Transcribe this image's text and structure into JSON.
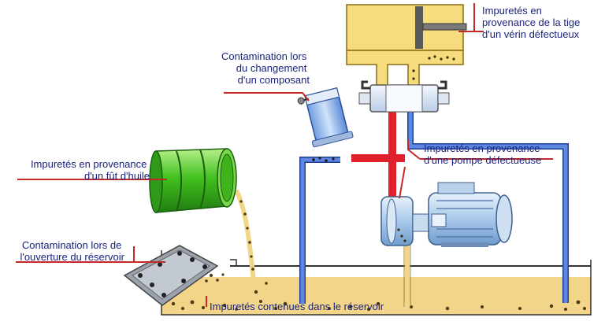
{
  "labels": {
    "cylinder_rod": [
      "Impuretés en",
      "provenance de la tige",
      "d'un vérin défectueux"
    ],
    "component_change": [
      "Contamination lors",
      "du changement",
      "d'un composant"
    ],
    "pump": [
      "Impuretés en provenance",
      "d'une pompe défectueuse"
    ],
    "drum": [
      "Impuretés en provenance",
      "d'un fût d'huile"
    ],
    "reservoir_opening": [
      "Contamination lors de",
      "l'ouverture du réservoir"
    ],
    "reservoir": "Impuretés contenues dans le réservoir"
  },
  "colors": {
    "label_text": "#1a237e",
    "pointer": "#c62828",
    "oil": "#f3d58a",
    "cylinder": "#f6dc7c",
    "pipe_blue": "#2a55c8",
    "pipe_red": "#e0202a",
    "drum_green": "#43c11f",
    "motor_blue": "#a9c9ea"
  }
}
